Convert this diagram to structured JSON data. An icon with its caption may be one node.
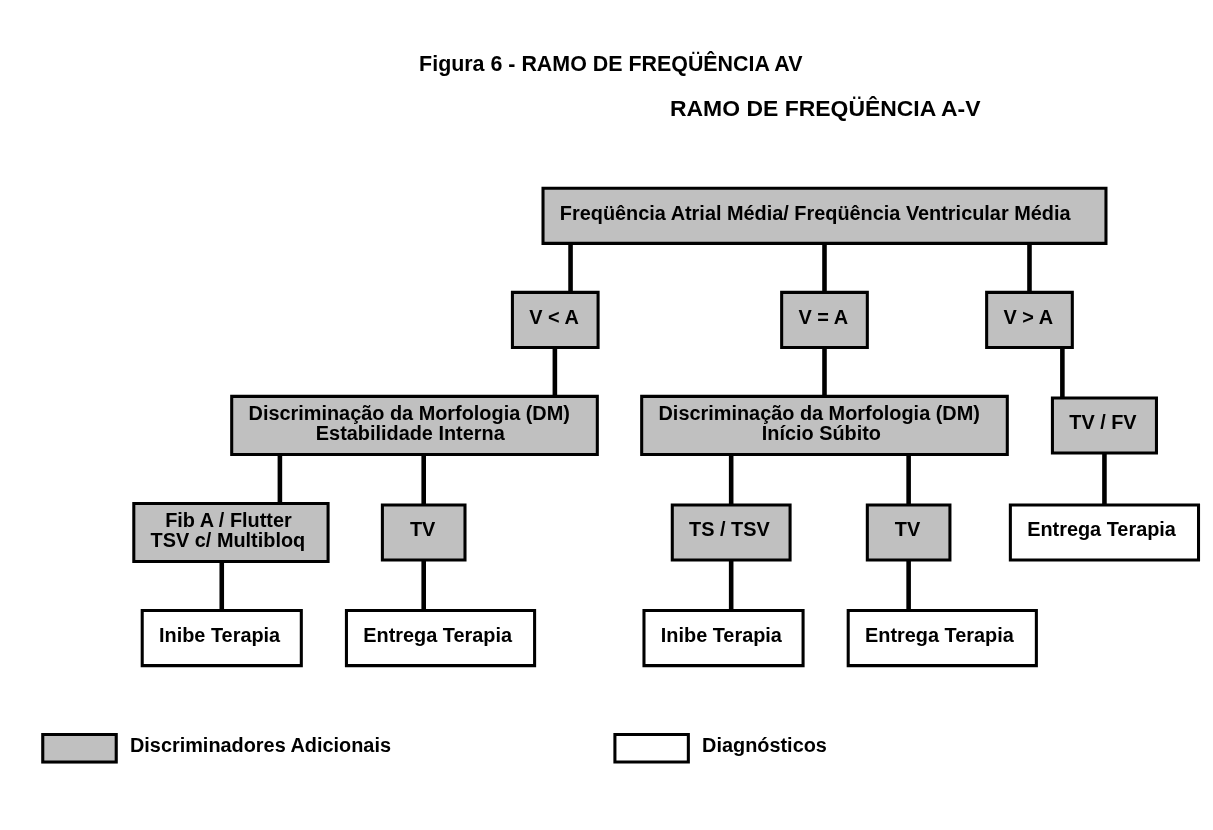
{
  "diagram": {
    "title": "Figura 6 - RAMO DE FREQÜÊNCIA AV",
    "nodes": [
      {
        "text": [
          "Freqüência Atrial Média/ Freqüência Ventricular Média"
        ]
      },
      {
        "text": [
          "V < A"
        ]
      },
      {
        "text": [
          "V = A"
        ]
      },
      {
        "text": [
          "V > A"
        ]
      },
      {
        "text": [
          "Discriminação da Morfologia (DM)",
          "Estabilidade Interna"
        ]
      },
      {
        "text": [
          "Discriminação da Morfologia (DM)",
          "Início Súbito"
        ]
      },
      {
        "text": [
          "Fib A / Flutter",
          "TSV c/ Multibloq"
        ]
      },
      {
        "text": [
          "TV"
        ]
      },
      {
        "text": [
          "TS / TSV"
        ]
      },
      {
        "text": [
          "TV"
        ]
      },
      {
        "text": [
          "TV / FV"
        ]
      },
      {
        "text": [
          "Inibe Terapia"
        ]
      },
      {
        "text": [
          "Entrega Terapia"
        ]
      },
      {
        "text": [
          "Inibe Terapia"
        ]
      },
      {
        "text": [
          "Entrega Terapia"
        ]
      },
      {
        "text": [
          "Entrega Terapia"
        ]
      }
    ],
    "edges": [
      {
        "from": 0,
        "to": 1,
        "arrow": "none"
      },
      {
        "from": 0,
        "to": 2,
        "arrow": "none"
      },
      {
        "from": 0,
        "to": 3,
        "arrow": "none"
      },
      {
        "from": 1,
        "to": 4,
        "arrow": "none"
      },
      {
        "from": 2,
        "to": 5,
        "arrow": "none"
      },
      {
        "from": 4,
        "to": 6,
        "arrow": "none"
      },
      {
        "from": 4,
        "to": 7,
        "arrow": "none"
      },
      {
        "from": 5,
        "to": 8,
        "arrow": "none"
      },
      {
        "from": 5,
        "to": 9,
        "arrow": "none"
      },
      {
        "from": 3,
        "to": 10,
        "arrow": "none"
      },
      {
        "from": 6,
        "to": 11,
        "arrow": "none"
      },
      {
        "from": 7,
        "to": 12,
        "arrow": "none"
      },
      {
        "from": 8,
        "to": 13,
        "arrow": "none"
      },
      {
        "from": 9,
        "to": 14,
        "arrow": "none"
      },
      {
        "from": 10,
        "to": 15,
        "arrow": "none"
      }
    ],
    "labels": [
      "RAMO DE FREQÜÊNCIA A-V"
    ],
    "legend": [
      {
        "text": "Discriminadores Adicionais",
        "color": "#c0c0c0"
      },
      {
        "text": "Diagnósticos",
        "color": "#ffffff"
      }
    ]
  }
}
